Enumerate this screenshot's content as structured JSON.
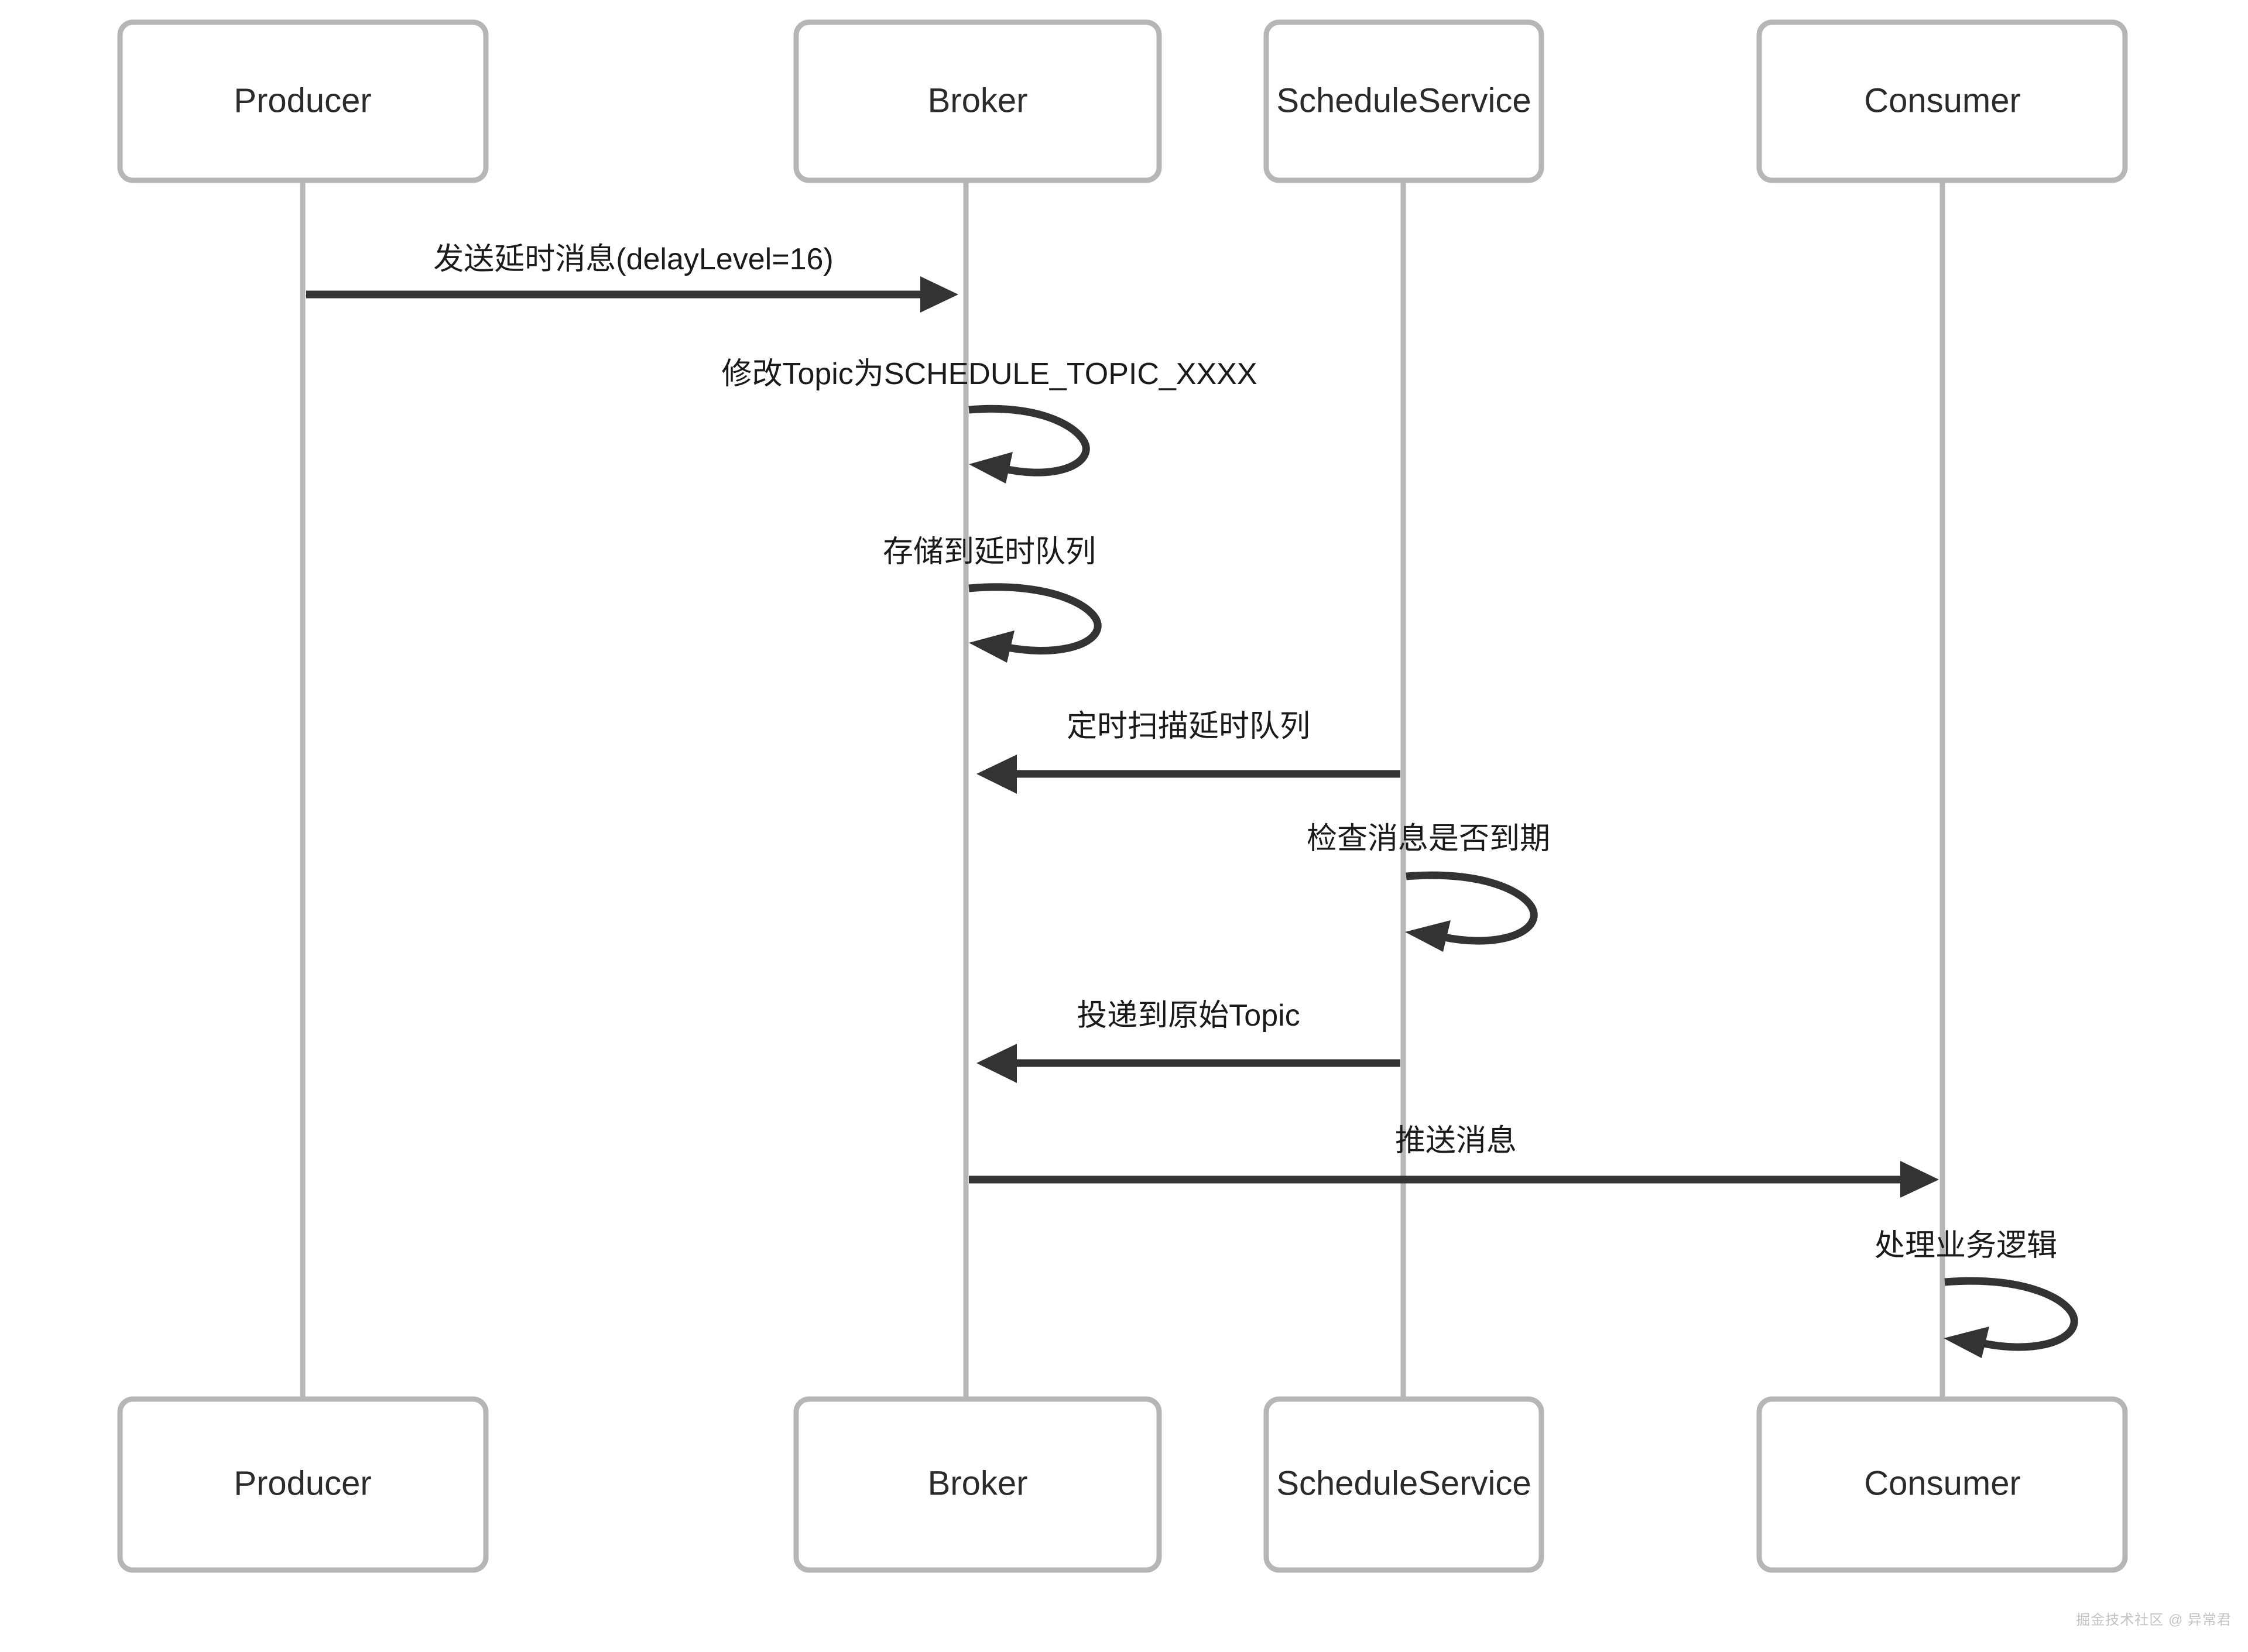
{
  "diagram": {
    "type": "sequence-diagram",
    "background_color": "#ffffff",
    "actor_border_color": "#b6b6b6",
    "actor_fill_color": "#ffffff",
    "lifeline_color": "#b6b6b6",
    "message_color": "#333333",
    "text_color": "#1a1a1a"
  },
  "actors": [
    {
      "id": "producer",
      "label": "Producer"
    },
    {
      "id": "broker",
      "label": "Broker"
    },
    {
      "id": "schedule",
      "label": "ScheduleService"
    },
    {
      "id": "consumer",
      "label": "Consumer"
    }
  ],
  "actors_bottom": [
    {
      "id": "producer",
      "label": "Producer"
    },
    {
      "id": "broker",
      "label": "Broker"
    },
    {
      "id": "schedule",
      "label": "ScheduleService"
    },
    {
      "id": "consumer",
      "label": "Consumer"
    }
  ],
  "messages": [
    {
      "index": 1,
      "from": "producer",
      "to": "broker",
      "label": "发送延时消息(delayLevel=16)",
      "kind": "arrow",
      "direction": "right"
    },
    {
      "index": 2,
      "from": "broker",
      "to": "broker",
      "label": "修改Topic为SCHEDULE_TOPIC_XXXX",
      "kind": "self-loop",
      "direction": "self"
    },
    {
      "index": 3,
      "from": "broker",
      "to": "broker",
      "label": "存储到延时队列",
      "kind": "self-loop",
      "direction": "self"
    },
    {
      "index": 4,
      "from": "schedule",
      "to": "broker",
      "label": "定时扫描延时队列",
      "kind": "arrow",
      "direction": "left"
    },
    {
      "index": 5,
      "from": "schedule",
      "to": "schedule",
      "label": "检查消息是否到期",
      "kind": "self-loop",
      "direction": "self"
    },
    {
      "index": 6,
      "from": "schedule",
      "to": "broker",
      "label": "投递到原始Topic",
      "kind": "arrow",
      "direction": "left"
    },
    {
      "index": 7,
      "from": "broker",
      "to": "consumer",
      "label": "推送消息",
      "kind": "arrow",
      "direction": "right"
    },
    {
      "index": 8,
      "from": "consumer",
      "to": "consumer",
      "label": "处理业务逻辑",
      "kind": "self-loop",
      "direction": "self"
    }
  ],
  "watermark": {
    "text": "掘金技术社区 @ 异常君"
  }
}
